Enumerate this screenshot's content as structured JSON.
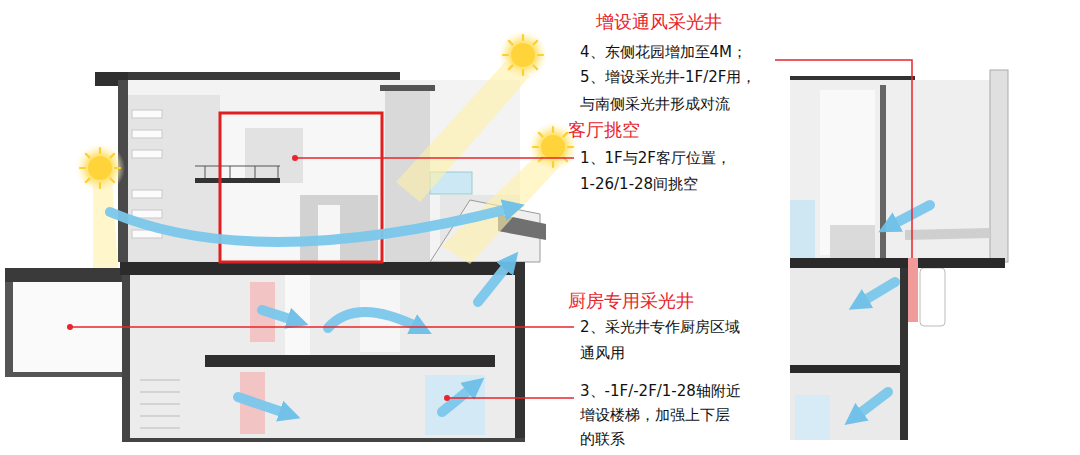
{
  "diagram": {
    "labels": [
      "增设通风采光井",
      "4、东侧花园增加至4M；",
      "5、增设采光井-1F/2F用，与南侧采光井形成对流",
      "客厅挑空",
      "1、1F与2F客厅位置，1-26/1-28间挑空",
      "厨房专用采光井",
      "2、采光井专作厨房区域通风用",
      "3、-1F/-2F/1-28轴附近增设楼梯，加强上下层的联系"
    ]
  }
}
